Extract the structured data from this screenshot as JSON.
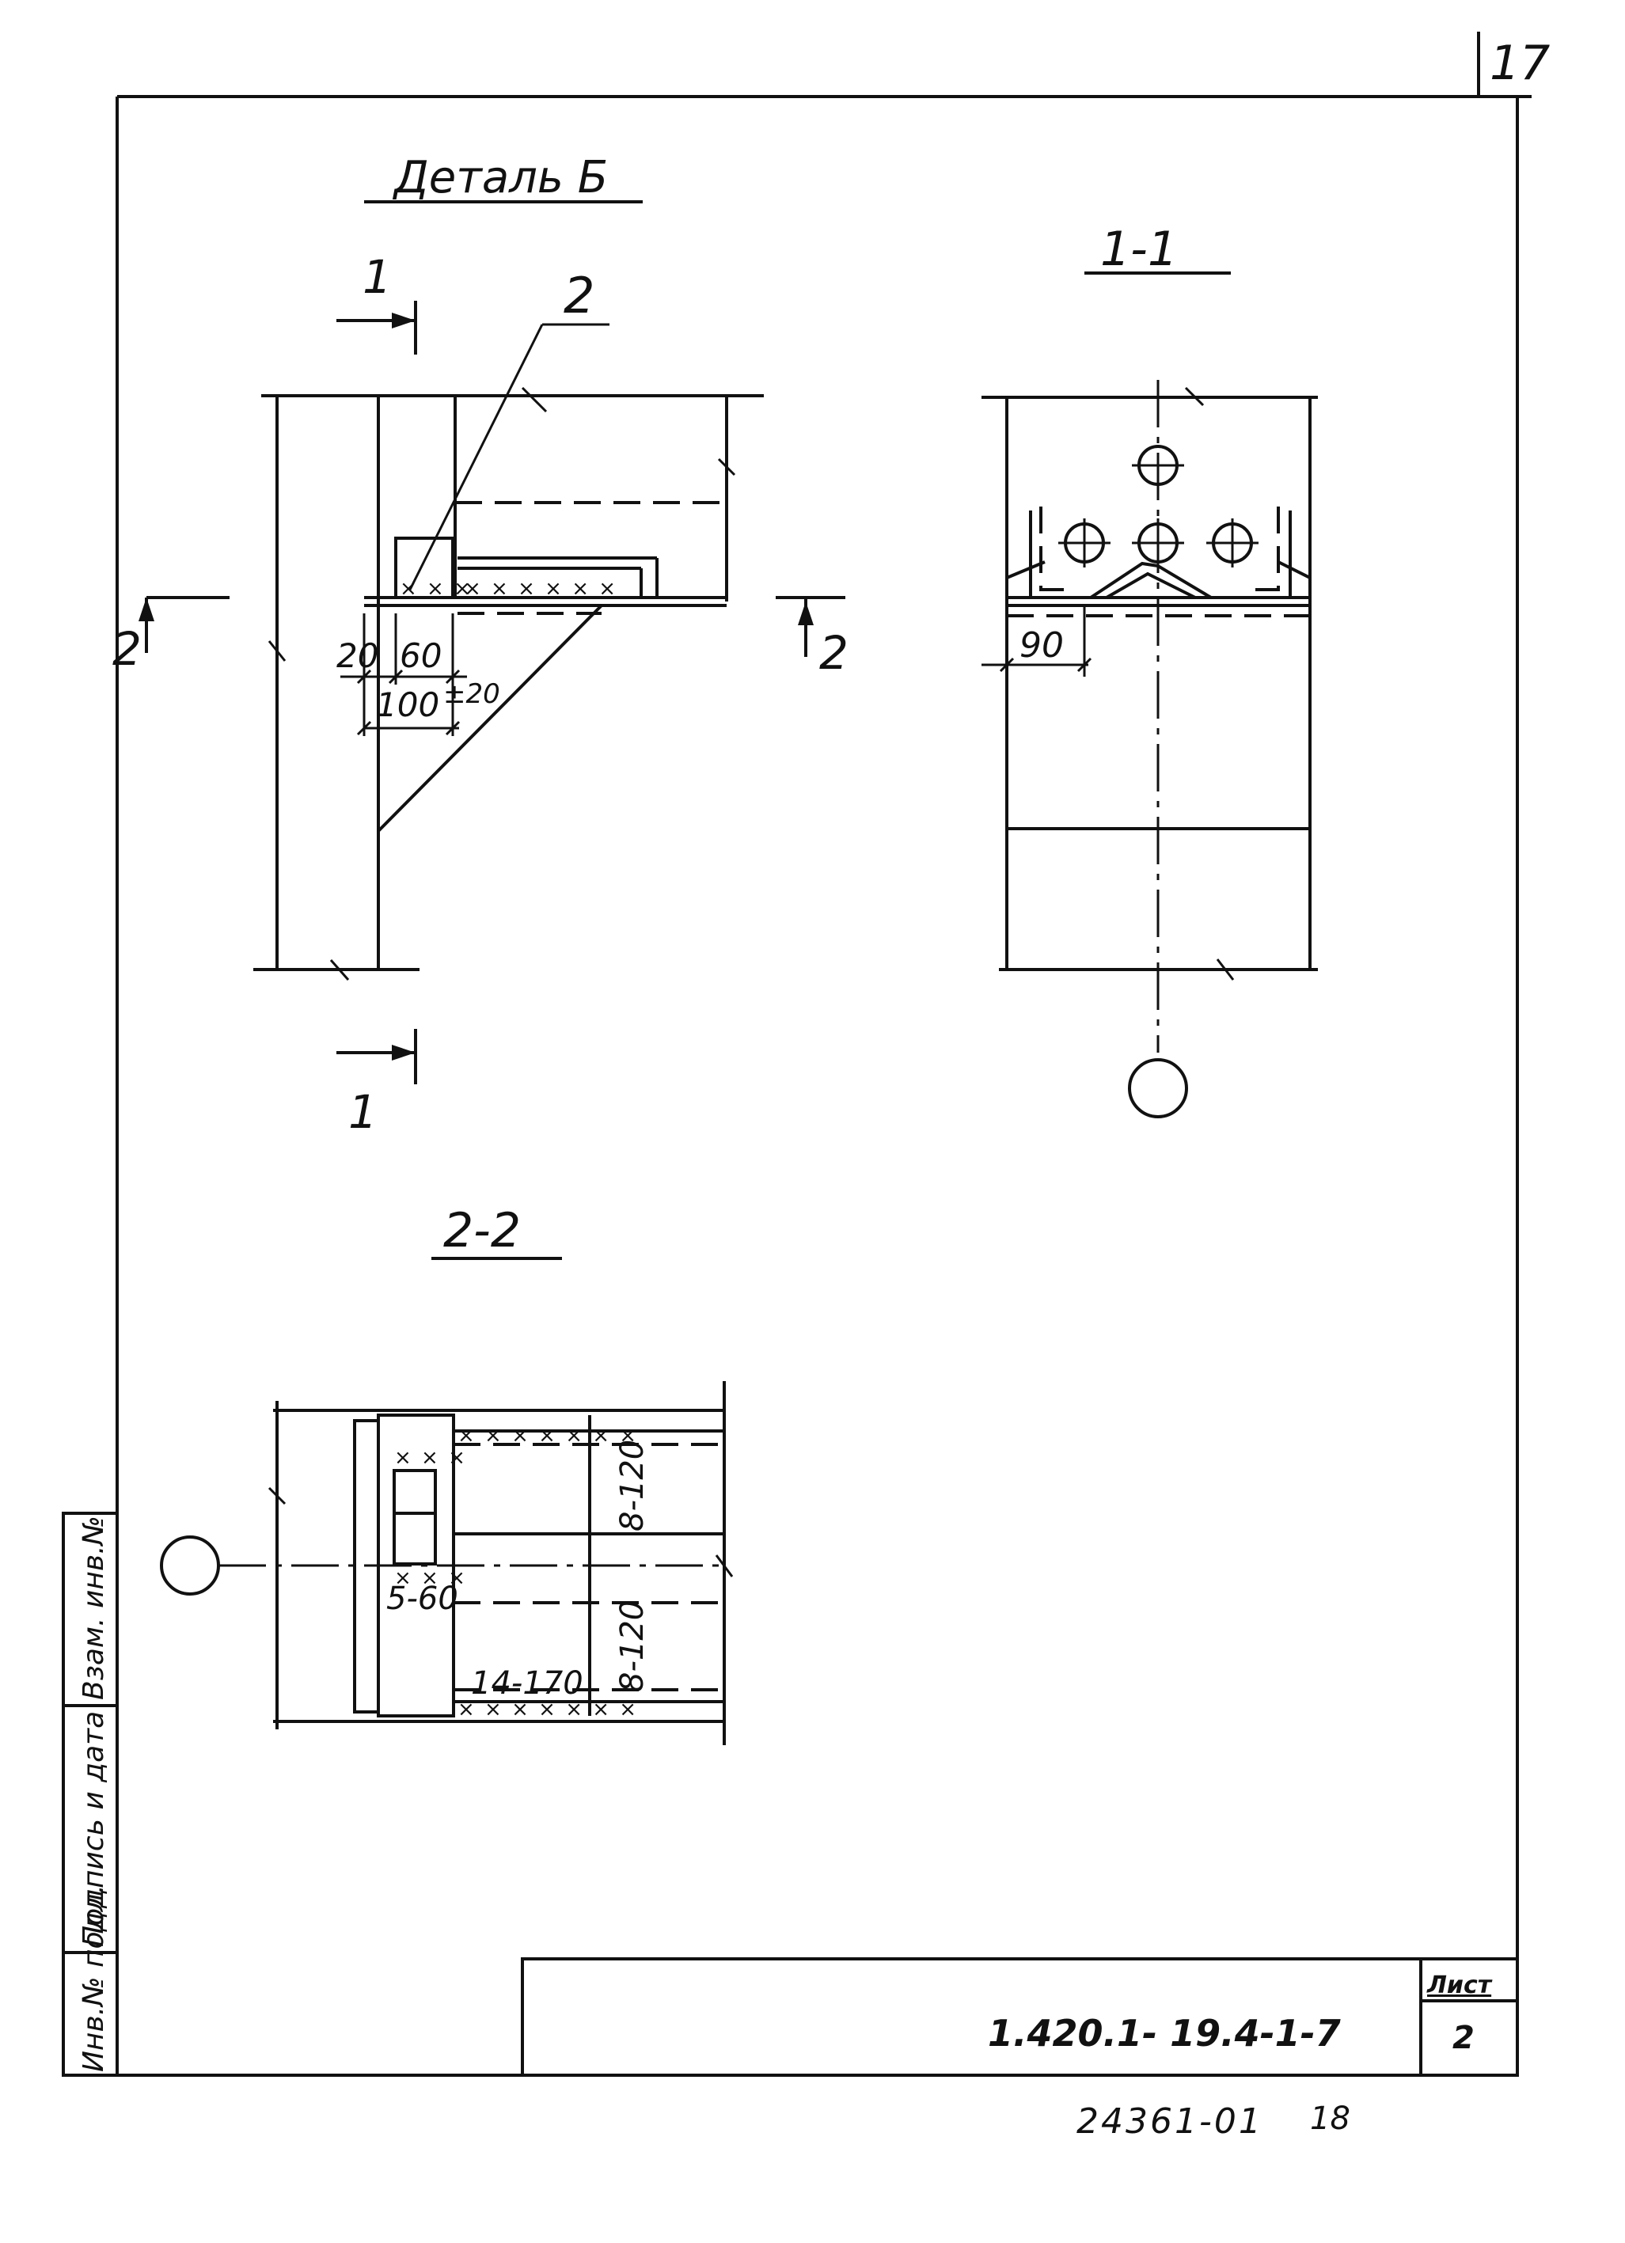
{
  "sheet_number_top": "17",
  "detail_title": "Деталь Б",
  "section_1_title": "1-1",
  "section_2_title": "2-2",
  "cut_marks": {
    "cut1": "1",
    "cut2": "2",
    "callout": "2"
  },
  "dimensions": {
    "d20": "20",
    "d60": "60",
    "d100": "100",
    "tol20": "±20",
    "d90": "90"
  },
  "weld_labels": {
    "w560": "5-60",
    "w8120a": "8-120",
    "w8120b": "8-120",
    "w14170": "14-170"
  },
  "weld_marks": {
    "xs6": "× × × × × ×",
    "xs3": "× × ×",
    "xs7": "× × × × × × ×"
  },
  "side_stamp": {
    "cells": [
      "Инв.№ подл.",
      "Подпись и дата",
      "Взам. инв.№"
    ]
  },
  "title_block": {
    "doc_code": "1.420.1- 19.4-1-7",
    "sheet_label": "Лист",
    "sheet_value": "2"
  },
  "archive_number": "24361-01",
  "archive_suffix": "18"
}
